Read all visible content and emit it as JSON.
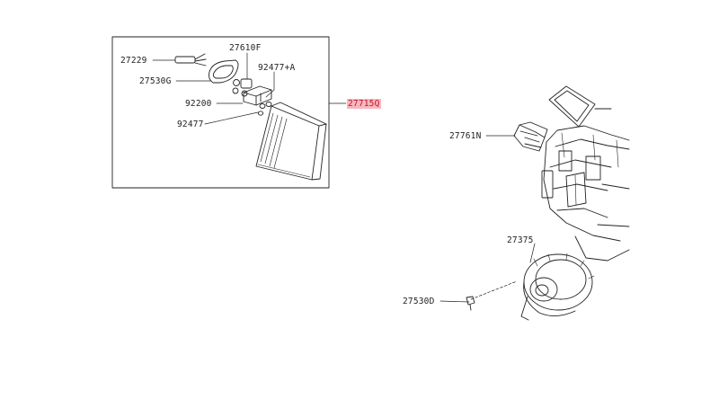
{
  "diagram": {
    "inset_parts": {
      "p27229": "27229",
      "p27610F": "27610F",
      "p92477A": "92477+A",
      "p27530G": "27530G",
      "p92200": "92200",
      "p92477": "92477"
    },
    "callouts": {
      "p27715Q": "27715Q",
      "p27761N": "27761N",
      "p27375": "27375",
      "p27530D": "27530D"
    },
    "colors": {
      "line": "#222222",
      "highlight_bg": "#f7b7be",
      "highlight_text": "#c0142b"
    }
  }
}
